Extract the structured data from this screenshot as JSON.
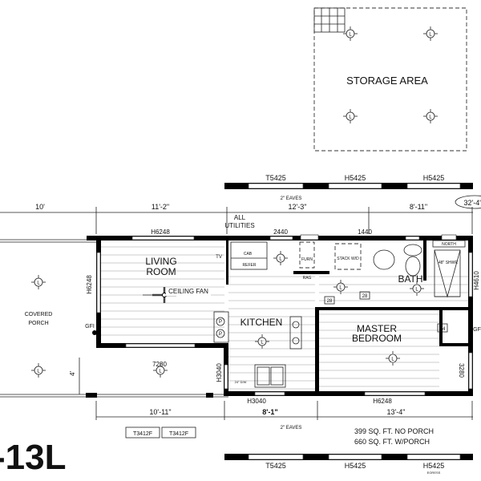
{
  "storage": {
    "label": "STORAGE AREA"
  },
  "top_windows": [
    "T5425",
    "H5425",
    "H5425"
  ],
  "eaves_top": "2\" EAVES",
  "top_dims": [
    "10'",
    "11'-2\"",
    "12'-3\"",
    "8'-11\""
  ],
  "overall_length": "32'-4\"",
  "utilities": [
    "ALL",
    "UTILITIES"
  ],
  "wall_windows_top": [
    "H6248",
    "2440",
    "1440"
  ],
  "rooms": {
    "living": [
      "LIVING",
      "ROOM"
    ],
    "ceiling_fan": "CEILING FAN",
    "kitchen": "KITCHEN",
    "bath": "BATH",
    "master": [
      "MASTER",
      "BEDROOM"
    ],
    "porch": [
      "COVERED",
      "PORCH"
    ]
  },
  "fixtures": {
    "cab": "CAB",
    "refer": "REFER",
    "furn": "FURN",
    "stack": "STACK W/D",
    "rag": "RAG",
    "tv": "TV",
    "shower": "48\" SHWR",
    "dw": "24\" D/W",
    "gfi": "GFI",
    "door_28a": "28",
    "door_28b": "28",
    "door_24": "24",
    "north": "NORTH"
  },
  "side_windows": {
    "left": "H6248",
    "right": "H4610",
    "kitchen": "H3040",
    "bedroom": "3280"
  },
  "porch_window": "7280",
  "porch_depth": "4'",
  "bottom_windows": [
    "H3040",
    "H6248"
  ],
  "bottom_dims": [
    "10'-11\"",
    "8'-1\"",
    "13'-4\""
  ],
  "eaves_bottom": "2\" EAVES",
  "door_tags": [
    "T3412F",
    "T3412F"
  ],
  "area": [
    "399 SQ. FT. NO PORCH",
    "660 SQ. FT. W/PORCH"
  ],
  "model": "-13L",
  "rear_windows": [
    "T5425",
    "H5425",
    "H5425"
  ],
  "egress": "EGRESS"
}
